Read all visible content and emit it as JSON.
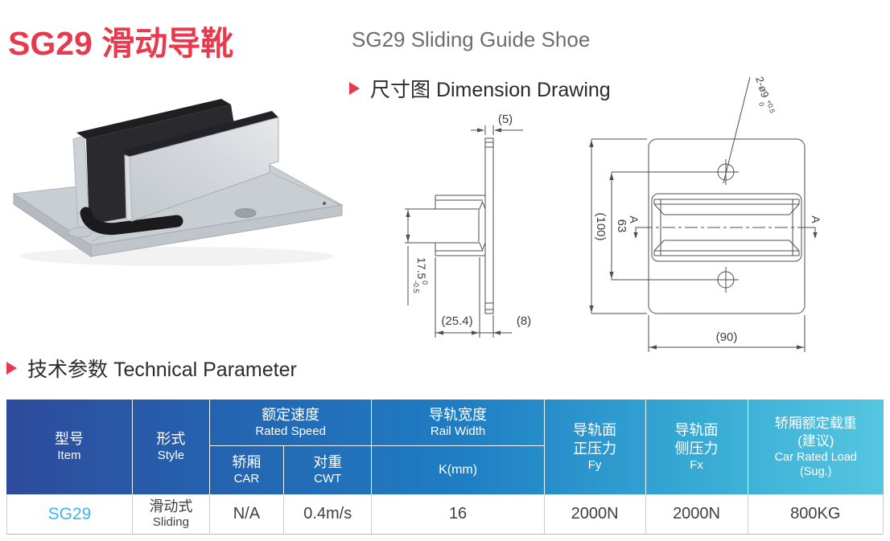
{
  "header": {
    "title_cn": "SG29 滑动导靴",
    "title_en": "SG29 Sliding Guide Shoe"
  },
  "sections": {
    "dimension_title": "尺寸图 Dimension Drawing",
    "technical_title": "技术参数 Technical Parameter"
  },
  "drawing": {
    "section_view": {
      "dim_top": "(5)",
      "dim_gap": "17.5",
      "dim_gap_tol_upper": "0",
      "dim_gap_tol_lower": "-0.5",
      "dim_depth": "(25.4)",
      "dim_plate": "(8)"
    },
    "front_view": {
      "dim_height": "(100)",
      "dim_hole_span": "63",
      "dim_width": "(90)",
      "hole_callout": "2-ø9",
      "hole_tol_upper": "+0.5",
      "hole_tol_lower": "0",
      "section_marker_left": "A",
      "section_marker_right": "A"
    }
  },
  "table": {
    "headers": {
      "item": {
        "cn": "型号",
        "en": "Item"
      },
      "style": {
        "cn": "形式",
        "en": "Style"
      },
      "rated_speed": {
        "cn": "额定速度",
        "en": "Rated Speed"
      },
      "car": {
        "cn": "轿厢",
        "en": "CAR"
      },
      "cwt": {
        "cn": "对重",
        "en": "CWT"
      },
      "rail_width": {
        "cn": "导轨宽度",
        "en": "Rail Width",
        "sub": "K(mm)"
      },
      "fy": {
        "cn_line1": "导轨面",
        "cn_line2": "正压力",
        "en": "Fy"
      },
      "fx": {
        "cn_line1": "导轨面",
        "cn_line2": "侧压力",
        "en": "Fx"
      },
      "load": {
        "cn_line1": "轿厢额定载重",
        "cn_line2": "(建议)",
        "en_line1": "Car Rated Load",
        "en_line2": "(Sug.)"
      }
    },
    "rows": [
      {
        "item": "SG29",
        "style_cn": "滑动式",
        "style_en": "Sliding",
        "car": "N/A",
        "cwt": "0.4m/s",
        "k_mm": "16",
        "fy": "2000N",
        "fx": "2000N",
        "load": "800KG"
      }
    ]
  },
  "colors": {
    "accent_red": "#e63b4e",
    "header_gradient_left": "#2e4b9b",
    "header_gradient_mid": "#1f7ec4",
    "header_gradient_right": "#55c6e0",
    "item_link_blue": "#41b4e7"
  }
}
